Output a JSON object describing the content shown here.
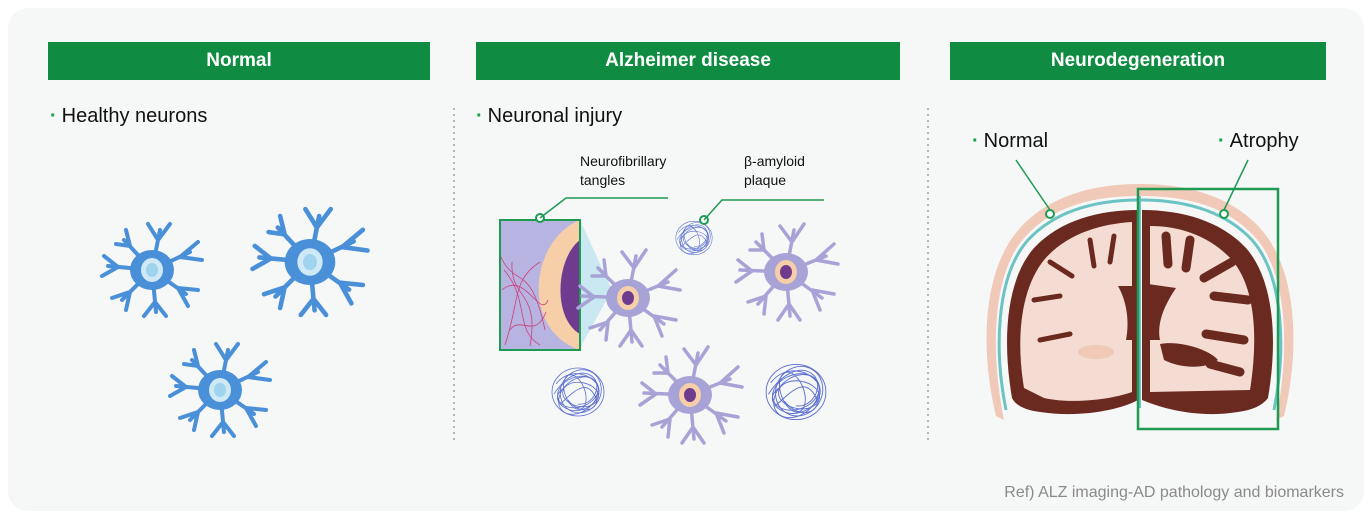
{
  "panels": {
    "normal": {
      "title": "Normal",
      "bullet": "Healthy neurons"
    },
    "alzheimer": {
      "title": "Alzheimer disease",
      "bullet": "Neuronal injury",
      "callout_tangles": [
        "Neurofibrillary",
        "tangles"
      ],
      "callout_plaque": [
        "β-amyloid",
        "plaque"
      ]
    },
    "neurodegeneration": {
      "title": "Neurodegeneration",
      "label_left": "Normal",
      "label_right": "Atrophy"
    }
  },
  "reference": "Ref) ALZ imaging-AD pathology and biomarkers",
  "colors": {
    "banner": "#0f8c42",
    "accent": "#17a34a",
    "healthy_neuron": "#4a90d9",
    "injured_neuron": "#a7a3d6",
    "plaque": "#5b6fd0",
    "brain_tissue": "#f5dcd3",
    "brain_dark": "#6b2a20",
    "skull": "#f0c9b8",
    "meninges": "#6cc3c4"
  }
}
